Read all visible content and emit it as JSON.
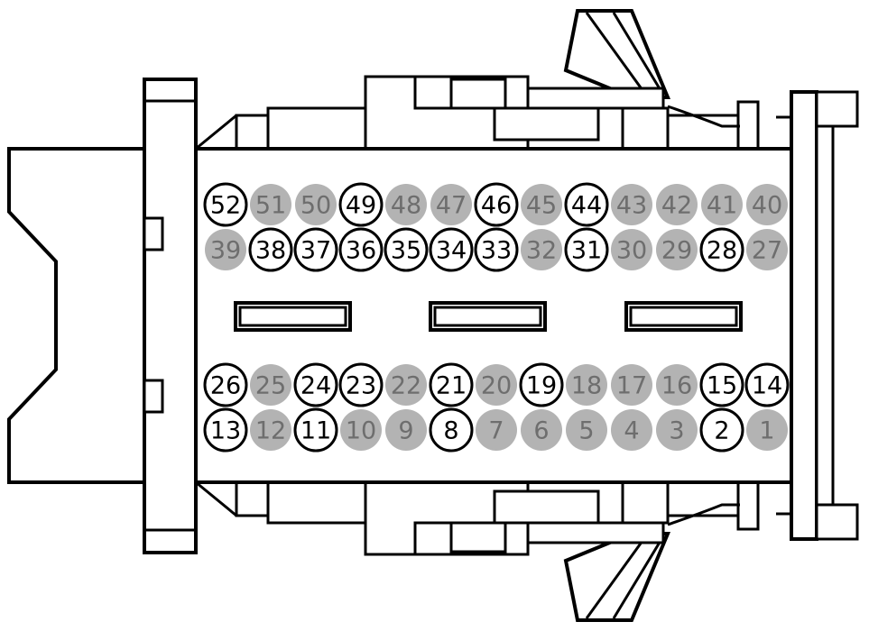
{
  "colors": {
    "used_fill": "#ffffff",
    "used_stroke": "#000000",
    "used_text": "#000000",
    "unused_fill": "#b3b3b3",
    "unused_text": "#6e6e6e"
  },
  "rows": [
    {
      "pins": [
        {
          "label": "52",
          "used": true
        },
        {
          "label": "51",
          "used": false
        },
        {
          "label": "50",
          "used": false
        },
        {
          "label": "49",
          "used": true
        },
        {
          "label": "48",
          "used": false
        },
        {
          "label": "47",
          "used": false
        },
        {
          "label": "46",
          "used": true
        },
        {
          "label": "45",
          "used": false
        },
        {
          "label": "44",
          "used": true
        },
        {
          "label": "43",
          "used": false
        },
        {
          "label": "42",
          "used": false
        },
        {
          "label": "41",
          "used": false
        },
        {
          "label": "40",
          "used": false
        }
      ]
    },
    {
      "pins": [
        {
          "label": "39",
          "used": false
        },
        {
          "label": "38",
          "used": true
        },
        {
          "label": "37",
          "used": true
        },
        {
          "label": "36",
          "used": true
        },
        {
          "label": "35",
          "used": true
        },
        {
          "label": "34",
          "used": true
        },
        {
          "label": "33",
          "used": true
        },
        {
          "label": "32",
          "used": false
        },
        {
          "label": "31",
          "used": true
        },
        {
          "label": "30",
          "used": false
        },
        {
          "label": "29",
          "used": false
        },
        {
          "label": "28",
          "used": true
        },
        {
          "label": "27",
          "used": false
        }
      ]
    },
    {
      "pins": [
        {
          "label": "26",
          "used": true
        },
        {
          "label": "25",
          "used": false
        },
        {
          "label": "24",
          "used": true
        },
        {
          "label": "23",
          "used": true
        },
        {
          "label": "22",
          "used": false
        },
        {
          "label": "21",
          "used": true
        },
        {
          "label": "20",
          "used": false
        },
        {
          "label": "19",
          "used": true
        },
        {
          "label": "18",
          "used": false
        },
        {
          "label": "17",
          "used": false
        },
        {
          "label": "16",
          "used": false
        },
        {
          "label": "15",
          "used": true
        },
        {
          "label": "14",
          "used": true
        }
      ]
    },
    {
      "pins": [
        {
          "label": "13",
          "used": true
        },
        {
          "label": "12",
          "used": false
        },
        {
          "label": "11",
          "used": true
        },
        {
          "label": "10",
          "used": false
        },
        {
          "label": "9",
          "used": false
        },
        {
          "label": "8",
          "used": true
        },
        {
          "label": "7",
          "used": false
        },
        {
          "label": "6",
          "used": false
        },
        {
          "label": "5",
          "used": false
        },
        {
          "label": "4",
          "used": false
        },
        {
          "label": "3",
          "used": false
        },
        {
          "label": "2",
          "used": true
        },
        {
          "label": "1",
          "used": false
        }
      ]
    }
  ]
}
